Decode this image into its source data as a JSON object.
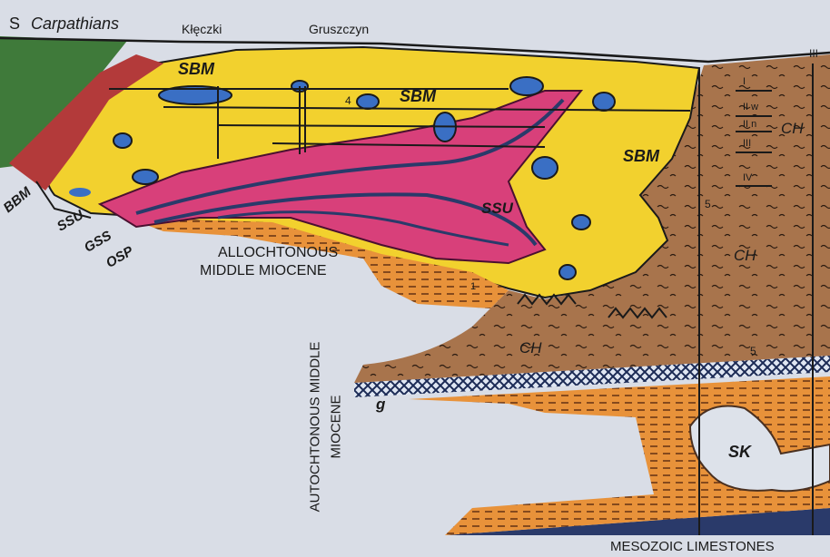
{
  "labels": {
    "south": "S",
    "carpathians": "Carpathians",
    "kleczki": "Kłęczki",
    "gruszczyn": "Gruszczyn",
    "section_num": "III",
    "bbm": "BBM",
    "ssu_left": "SSU",
    "gss": "GSS",
    "osp": "OSP",
    "sbm_1": "SBM",
    "sbm_2": "SBM",
    "sbm_3": "SBM",
    "ssu_mid": "SSU",
    "ch_1": "CH",
    "ch_2": "CH",
    "ch_3": "CH",
    "sk": "SK",
    "g": "g",
    "num_4": "4",
    "num_5a": "5",
    "num_5b": "5",
    "num_1": "1",
    "allochtonous_1": "ALLOCHTONOUS",
    "allochtonous_2": "MIDDLE MIOCENE",
    "autochtonous_1": "AUTOCHTONOUS MIDDLE",
    "autochtonous_2": "MIOCENE",
    "mesozoic": "MESOZOIC LIMESTONES",
    "lvl_I": "I",
    "lvl_IIw": "II w",
    "lvl_IIn": "II n",
    "lvl_III": "III",
    "lvl_IV": "IV"
  },
  "colors": {
    "background": "#d9dde6",
    "salt_yellow": "#f2d12e",
    "clay_brown": "#9a6a44",
    "orange_miocene": "#e8923a",
    "pink_ssu": "#d8407a",
    "blue_inclusion": "#3a6fc4",
    "green_carpathians": "#3f7a3a",
    "dark_stripe": "#2a3a6a"
  }
}
